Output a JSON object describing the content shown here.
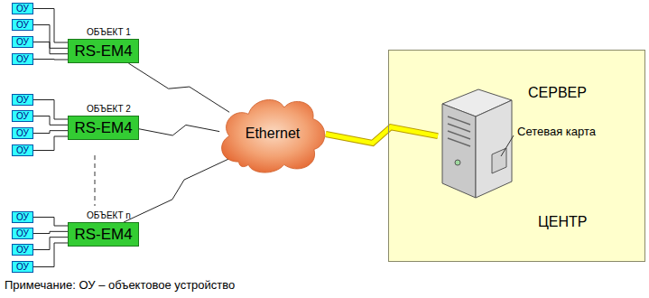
{
  "diagram": {
    "nodes": [
      {
        "text": [
          "ОБЪЕКТ 1",
          "RS-EM4"
        ]
      },
      {
        "text": [
          "ОУ"
        ]
      },
      {
        "text": [
          "ОУ"
        ]
      },
      {
        "text": [
          "ОУ"
        ]
      },
      {
        "text": [
          "ОУ"
        ]
      },
      {
        "text": [
          "ОБЪЕКТ 2",
          "RS-EM4"
        ]
      },
      {
        "text": [
          "ОУ"
        ]
      },
      {
        "text": [
          "ОУ"
        ]
      },
      {
        "text": [
          "ОУ"
        ]
      },
      {
        "text": [
          "ОУ"
        ]
      },
      {
        "text": [
          "ОБЪЕКТ n",
          "RS-EM4"
        ]
      },
      {
        "text": [
          "ОУ"
        ]
      },
      {
        "text": [
          "ОУ"
        ]
      },
      {
        "text": [
          "ОУ"
        ]
      },
      {
        "text": [
          "ОУ"
        ]
      },
      {
        "text": [
          "Ethernet"
        ]
      },
      {
        "text": [
          "ЦЕНТР"
        ]
      },
      {
        "text": [
          "СЕРВЕР",
          "Сетевая карта"
        ],
        "in": 16
      }
    ],
    "edges": [
      {
        "from": 1,
        "to": 0,
        "arrow": "none"
      },
      {
        "from": 2,
        "to": 0,
        "arrow": "none"
      },
      {
        "from": 3,
        "to": 0,
        "arrow": "none"
      },
      {
        "from": 4,
        "to": 0,
        "arrow": "none"
      },
      {
        "from": 6,
        "to": 5,
        "arrow": "none"
      },
      {
        "from": 7,
        "to": 5,
        "arrow": "none"
      },
      {
        "from": 8,
        "to": 5,
        "arrow": "none"
      },
      {
        "from": 9,
        "to": 5,
        "arrow": "none"
      },
      {
        "from": 11,
        "to": 10,
        "arrow": "none"
      },
      {
        "from": 12,
        "to": 10,
        "arrow": "none"
      },
      {
        "from": 13,
        "to": 10,
        "arrow": "none"
      },
      {
        "from": 14,
        "to": 10,
        "arrow": "none"
      },
      {
        "from": 0,
        "to": 15,
        "arrow": "none"
      },
      {
        "from": 5,
        "to": 15,
        "arrow": "none"
      },
      {
        "from": 10,
        "to": 15,
        "arrow": "none"
      },
      {
        "from": 15,
        "to": 17,
        "arrow": "none"
      }
    ],
    "labels": [
      "Примечание: ОУ – объектовое устройство"
    ]
  }
}
